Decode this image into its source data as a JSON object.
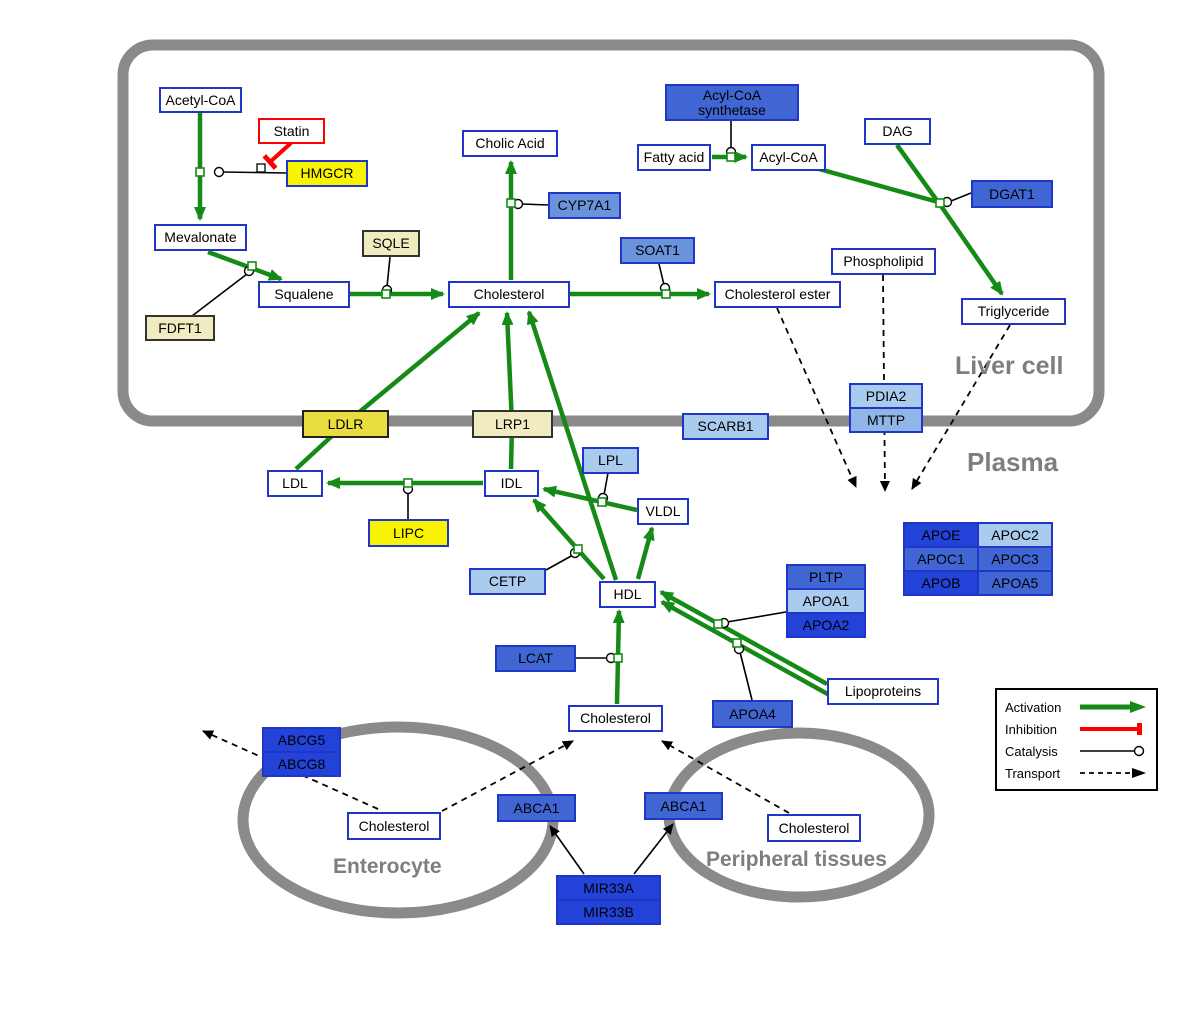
{
  "compartments": {
    "liver": "Liver cell",
    "plasma": "Plasma",
    "enterocyte": "Enterocyte",
    "peripheral": "Peripheral tissues"
  },
  "nodes": {
    "acetyl_coa": "Acetyl-CoA",
    "statin": "Statin",
    "hmgcr": "HMGCR",
    "mevalonate": "Mevalonate",
    "sqle": "SQLE",
    "fdft1": "FDFT1",
    "squalene": "Squalene",
    "cholesterol": "Cholesterol",
    "cholic_acid": "Cholic Acid",
    "cyp7a1": "CYP7A1",
    "soat1": "SOAT1",
    "cholesterol_ester": "Cholesterol ester",
    "acyl_coa_synthetase": "Acyl-CoA synthetase",
    "fatty_acid": "Fatty acid",
    "acyl_coa": "Acyl-CoA",
    "dag": "DAG",
    "dgat1": "DGAT1",
    "phospholipid": "Phospholipid",
    "triglyceride": "Triglyceride",
    "pdia2": "PDIA2",
    "mttp": "MTTP",
    "ldlr": "LDLR",
    "lrp1": "LRP1",
    "scarb1": "SCARB1",
    "ldl": "LDL",
    "idl": "IDL",
    "lpl": "LPL",
    "vldl": "VLDL",
    "lipc": "LIPC",
    "cetp": "CETP",
    "hdl": "HDL",
    "pltp": "PLTP",
    "apoa1": "APOA1",
    "apoa2": "APOA2",
    "lcat": "LCAT",
    "apoa4": "APOA4",
    "lipoproteins": "Lipoproteins",
    "apoe": "APOE",
    "apoc2": "APOC2",
    "apoc1": "APOC1",
    "apoc3": "APOC3",
    "apob": "APOB",
    "apoa5": "APOA5",
    "abcg5": "ABCG5",
    "abcg8": "ABCG8",
    "abca1": "ABCA1",
    "mir33a": "MIR33A",
    "mir33b": "MIR33B"
  },
  "legend": {
    "activation": "Activation",
    "inhibition": "Inhibition",
    "catalysis": "Catalysis",
    "transport": "Transport"
  },
  "colors": {
    "activation_green": "#168a16",
    "inhibition_red": "#ff0000",
    "compartment_gray": "#8a8a8a",
    "node_border_blue": "#2135c8",
    "yellow_bright": "#f7f303",
    "yellow_ldlr": "#e9dd40",
    "yellow_pale": "#f1ecc0",
    "blue_light": "#a9cbee",
    "blue_mid": "#6b93dc",
    "blue_strong": "#4066d4",
    "blue_dark": "#2342d8"
  }
}
